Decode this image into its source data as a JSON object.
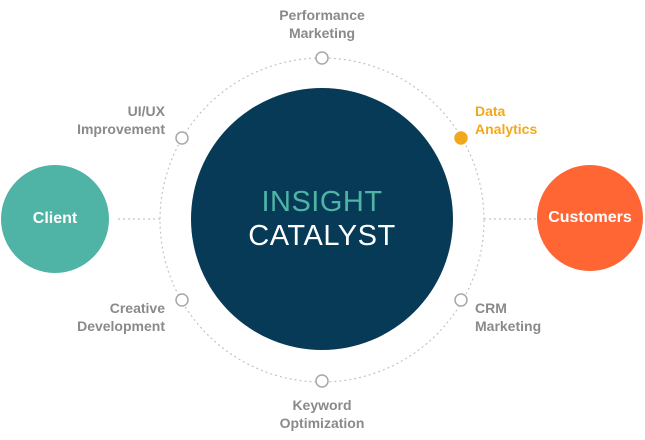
{
  "center": {
    "line1": "INSIGHT",
    "line2": "CATALYST"
  },
  "client": {
    "label": "Client"
  },
  "customers": {
    "label": "Customers"
  },
  "services": [
    {
      "id": "performance-marketing",
      "line1": "Performance",
      "line2": "Marketing",
      "active": false
    },
    {
      "id": "data-analytics",
      "line1": "Data",
      "line2": "Analytics",
      "active": true
    },
    {
      "id": "crm-marketing",
      "line1": "CRM",
      "line2": "Marketing",
      "active": false
    },
    {
      "id": "keyword-optimization",
      "line1": "Keyword",
      "line2": "Optimization",
      "active": false
    },
    {
      "id": "creative-development",
      "line1": "Creative",
      "line2": "Development",
      "active": false
    },
    {
      "id": "ui-ux-improvement",
      "line1": "UI/UX",
      "line2": "Improvement",
      "active": false
    }
  ],
  "colors": {
    "core": "#073a56",
    "core_accent": "#4fb3a6",
    "client": "#4fb3a6",
    "customers": "#ff6633",
    "active": "#f2a81d",
    "label": "#8a8a8a"
  }
}
